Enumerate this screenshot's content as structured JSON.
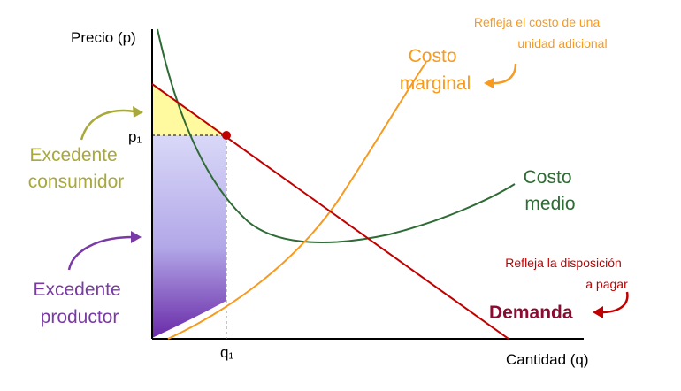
{
  "axes": {
    "y_label": "Precio (p)",
    "x_label": "Cantidad (q)",
    "p_tick": "p₁",
    "q_tick": "q₁"
  },
  "curves": {
    "marginal_cost": [
      "Costo",
      "marginal"
    ],
    "average_cost": [
      "Costo",
      "medio"
    ],
    "demand": "Demanda"
  },
  "annotations": {
    "marginal_note": [
      "Refleja el costo de una",
      "unidad adicional"
    ],
    "demand_note": [
      "Refleja la disposición",
      "a pagar"
    ]
  },
  "areas": {
    "consumer_surplus": [
      "Excedente",
      "consumidor"
    ],
    "producer_surplus": [
      "Excedente",
      "productor"
    ]
  },
  "colors": {
    "axis": "#000000",
    "demand": "#c00000",
    "marginal": "#f79a1e",
    "average": "#2e6b35",
    "consumer_fill": "#fffaa0",
    "producer_top": "#d6d4f7",
    "producer_bottom": "#6a2aa8",
    "consumer_label": "#a9a83a",
    "producer_label": "#7a3aa6",
    "point": "#c00000"
  }
}
